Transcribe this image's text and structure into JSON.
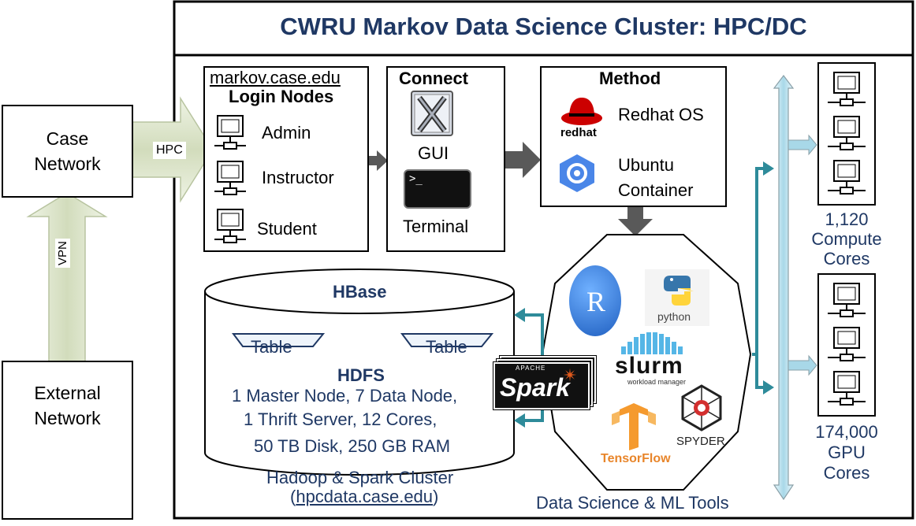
{
  "title": "CWRU Markov Data Science Cluster: HPC/DC",
  "case_network": "Case\nNetwork",
  "external_network": "External\nNetwork",
  "hpc_arrow_label": "HPC",
  "vpn_arrow_label": "VPN",
  "login": {
    "host": "markov.case.edu",
    "title": "Login Nodes",
    "nodes": [
      "Admin",
      "Instructor",
      "Student"
    ]
  },
  "connect": {
    "title": "Connect",
    "gui": "GUI",
    "terminal": "Terminal",
    "terminal_prompt": ">_"
  },
  "method": {
    "title": "Method",
    "redhat": "Redhat OS",
    "ubuntu": "Ubuntu\nContainer",
    "redhat_logo_text": "redhat"
  },
  "hadoop": {
    "hbase": "HBase",
    "table1": "Table",
    "table2": "Table",
    "hdfs": "HDFS",
    "line1": "1 Master Node,  7 Data Node,",
    "line2": "1 Thrift Server, 12 Cores,",
    "line3": "50 TB Disk, 250 GB RAM",
    "cluster_name": "Hadoop & Spark Cluster",
    "cluster_url": "hpcdata.case.edu",
    "open_paren": "(",
    "close_paren": ")",
    "spark_apache": "APACHE",
    "spark_logo": "Spark"
  },
  "tools": {
    "label": "Data Science & ML Tools",
    "r_logo": "R",
    "python_logo": "python",
    "slurm_logo": "slurm",
    "slurm_sub": "workload manager",
    "tensorflow_logo": "TensorFlow",
    "spyder_logo": "SPYDER"
  },
  "compute": {
    "cpu_count": "1,120",
    "cpu_label1": "Compute",
    "cpu_label2": "Cores",
    "gpu_count": "174,000",
    "gpu_label1": "GPU",
    "gpu_label2": "Cores"
  },
  "colors": {
    "title_blue": "#1f3864",
    "teal": "#2e8b9a",
    "arrow_green": "#d6e0c4",
    "bus_blue": "#bfe3ef",
    "gray_arrow": "#595959"
  }
}
